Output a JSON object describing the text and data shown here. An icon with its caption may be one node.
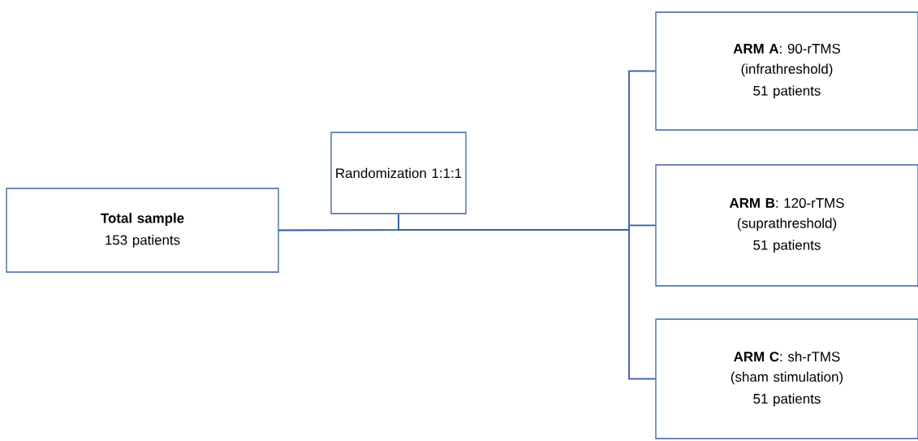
{
  "diagram": {
    "nodes": [
      {
        "text": [
          "Total sample",
          "153 patients"
        ]
      },
      {
        "text": [
          "Randomization 1:1:1"
        ]
      },
      {
        "text": [
          "**ARM A**: 90-rTMS (infrathreshold)",
          "51 patients"
        ]
      },
      {
        "text": [
          "**ARM B**: 120-rTMS (suprathreshold)",
          "51 patients"
        ]
      },
      {
        "text": [
          "**ARM C**: sh-rTMS (sham stimulation)",
          "51 patients"
        ]
      }
    ],
    "edges": [
      {
        "from": 0,
        "to": 2,
        "arrow": "none"
      },
      {
        "from": 0,
        "to": 3,
        "arrow": "none"
      },
      {
        "from": 0,
        "to": 4,
        "arrow": "none"
      },
      {
        "from": 1,
        "to": 2,
        "arrow": "none"
      },
      {
        "from": 1,
        "to": 3,
        "arrow": "none"
      },
      {
        "from": 1,
        "to": 4,
        "arrow": "none"
      }
    ]
  }
}
